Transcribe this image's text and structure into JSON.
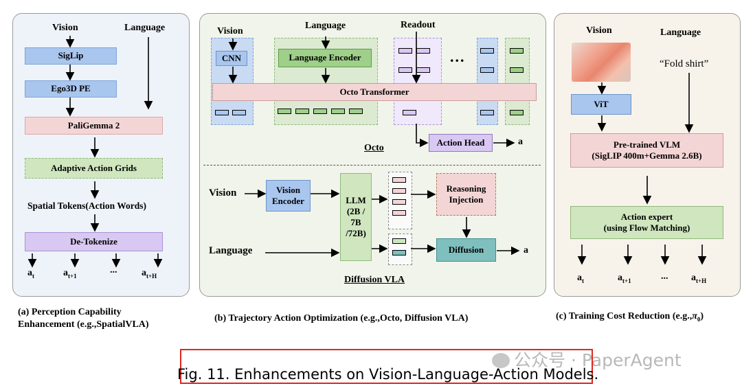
{
  "colors": {
    "panel_a_bg": "#eef3f9",
    "panel_b_bg": "#f1f4ea",
    "panel_c_bg": "#f8f3ea",
    "blue": "#a9c6ee",
    "green": "#cfe6bf",
    "pink": "#f4d5d5",
    "purple": "#d8c8f2",
    "teal": "#7fbfbe",
    "red_frame": "#e0261f"
  },
  "panel_a": {
    "vision": "Vision",
    "language": "Language",
    "siglip": "SigLip",
    "ego3d": "Ego3D PE",
    "paligemma": "PaliGemma 2",
    "grids": "Adaptive Action Grids",
    "spatial_tokens": "Spatial Tokens(Action Words)",
    "detokenize": "De-Tokenize",
    "outputs": [
      "a",
      "a",
      "...",
      "a"
    ],
    "output_subs": [
      "t",
      "t+1",
      "",
      "t+H"
    ],
    "caption_line1": "(a) Perception Capability",
    "caption_line2": "Enhancement (e.g.,SpatialVLA)"
  },
  "panel_b": {
    "vision_top": "Vision",
    "language_top": "Language",
    "readout": "Readout",
    "cnn": "CNN",
    "language_encoder": "Language Encoder",
    "dots": "...",
    "octo_transformer": "Octo Transformer",
    "action_head": "Action Head",
    "action_out": "a",
    "octo_title": "Octo",
    "vision_bottom": "Vision",
    "vision_encoder": "Vision Encoder",
    "llm": "LLM (2B / 7B /72B)",
    "reasoning": "Reasoning Injection",
    "language_bottom": "Language",
    "diffusion": "Diffusion",
    "diffusion_out": "a",
    "diffusion_title": "Diffusion VLA",
    "caption": "(b) Trajectory Action Optimization (e.g.,Octo, Diffusion VLA)"
  },
  "panel_c": {
    "vision": "Vision",
    "language": "Language",
    "fold_shirt": "“Fold shirt”",
    "vit": "ViT",
    "vlm_line1": "Pre-trained VLM",
    "vlm_line2": "(SigLIP 400m+Gemma 2.6B)",
    "expert_line1": "Action expert",
    "expert_line2": "(using Flow Matching)",
    "outputs": [
      "a",
      "a",
      "...",
      "a"
    ],
    "output_subs": [
      "t",
      "t+1",
      "",
      "t+H"
    ],
    "caption_main": "(c) Training Cost Reduction (e.g.,",
    "caption_pi": "π",
    "caption_sub": "0",
    "caption_end": ")"
  },
  "figure_caption": "Fig. 11.  Enhancements on Vision-Language-Action Models.",
  "watermark": "公众号 · PaperAgent"
}
